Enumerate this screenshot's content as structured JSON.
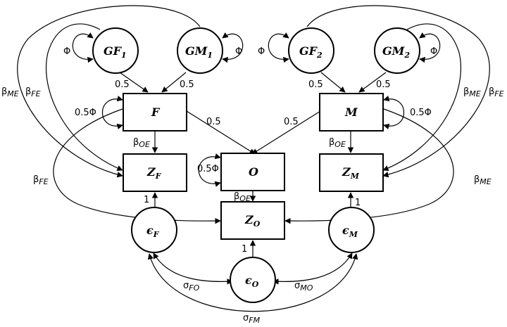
{
  "nodes": {
    "GF1": {
      "main": "GF",
      "sub": "1"
    },
    "GM1": {
      "main": "GM",
      "sub": "1"
    },
    "GF2": {
      "main": "GF",
      "sub": "2"
    },
    "GM2": {
      "main": "GM",
      "sub": "2"
    },
    "F": {
      "main": "F",
      "sub": ""
    },
    "M": {
      "main": "M",
      "sub": ""
    },
    "O": {
      "main": "O",
      "sub": ""
    },
    "ZF": {
      "main": "Z",
      "sub": "F"
    },
    "ZM": {
      "main": "Z",
      "sub": "M"
    },
    "ZO": {
      "main": "Z",
      "sub": "O"
    },
    "eF": {
      "main": "ϵ",
      "sub": "F"
    },
    "eM": {
      "main": "ϵ",
      "sub": "M"
    },
    "eO": {
      "main": "ϵ",
      "sub": "O"
    }
  },
  "labels": {
    "phi": "Φ",
    "half_phi": "0.5Φ",
    "half": "0.5",
    "one": "1",
    "beta": "β",
    "sigma": "σ",
    "sub_ME": "ME",
    "sub_FE": "FE",
    "sub_OE": "OE",
    "sub_FO": "FO",
    "sub_MO": "MO",
    "sub_FM": "FM"
  }
}
